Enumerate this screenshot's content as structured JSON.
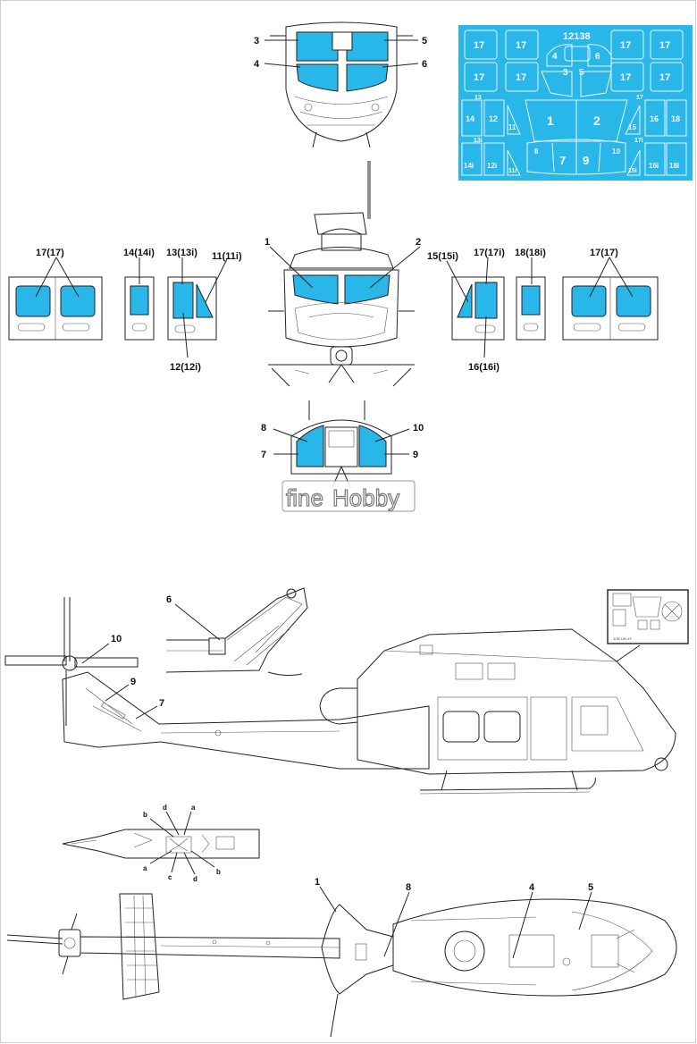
{
  "colors": {
    "mask_blue": "#29b6e8",
    "line": "#222222",
    "brand_gray": "#8a8a8a"
  },
  "front_top": {
    "callouts": [
      "3",
      "4",
      "5",
      "6"
    ]
  },
  "mask_sheet": {
    "code": "12138",
    "parts": [
      "17",
      "17",
      "17",
      "17",
      "17",
      "17",
      "17",
      "17",
      "3",
      "4",
      "5",
      "6",
      "13",
      "12",
      "11",
      "14",
      "1",
      "2",
      "17",
      "15",
      "16",
      "18",
      "13i",
      "12i",
      "11i",
      "14i",
      "8",
      "7",
      "9",
      "10",
      "17i",
      "15i",
      "16i",
      "18i"
    ]
  },
  "front_view": {
    "callouts_left": [
      "17(17)",
      "14(14i)",
      "13(13i)",
      "11(11i)",
      "12(12i)"
    ],
    "callouts_center": [
      "1",
      "2"
    ],
    "callouts_right": [
      "15(15i)",
      "17(17i)",
      "18(18i)",
      "17(17)",
      "16(16i)"
    ]
  },
  "rear_view": {
    "callouts": [
      "8",
      "7",
      "10",
      "9"
    ]
  },
  "brand": {
    "part1": "fine",
    "part2": "Hobby"
  },
  "side_view": {
    "callouts": [
      "6",
      "10",
      "9",
      "7"
    ]
  },
  "box_thumb": {
    "label": "1/35 UH-1Y"
  },
  "belly_view": {
    "callouts": [
      "b",
      "d",
      "a",
      "a",
      "c",
      "d",
      "b"
    ]
  },
  "top_view": {
    "callouts": [
      "1",
      "8",
      "4",
      "5"
    ]
  }
}
